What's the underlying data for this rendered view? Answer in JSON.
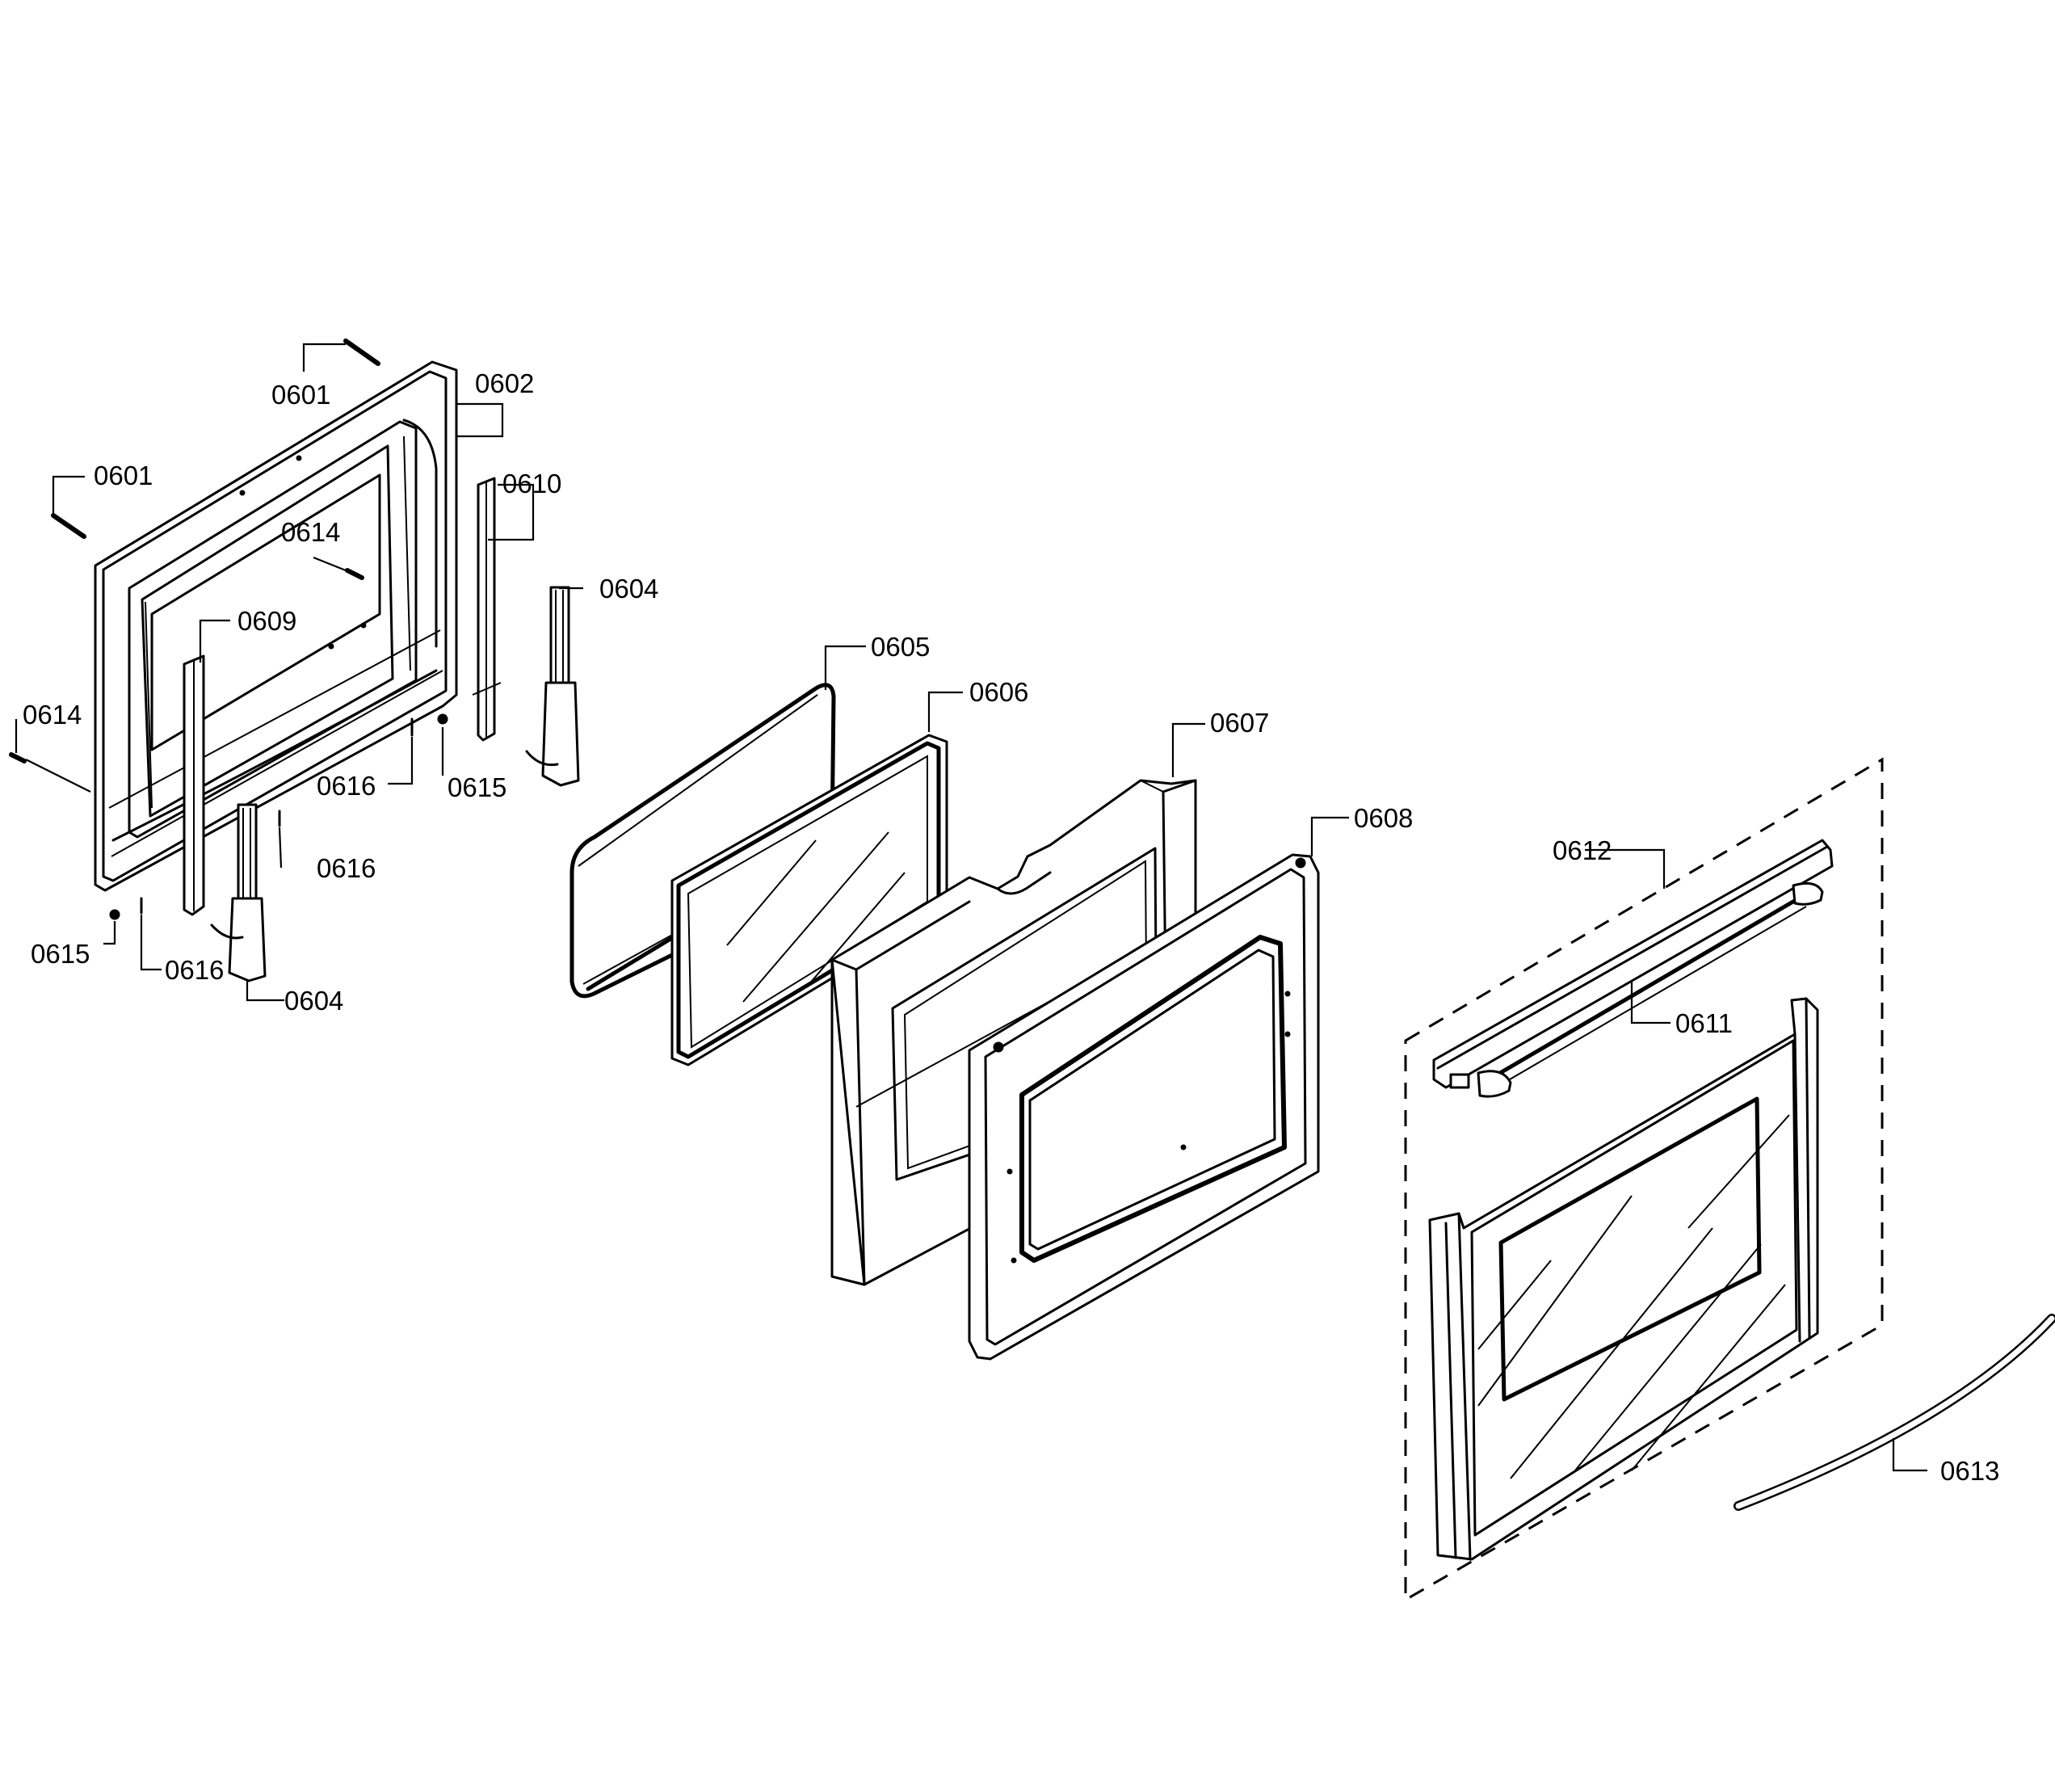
{
  "callouts": {
    "c0601a": "0601",
    "c0601b": "0601",
    "c0602": "0602",
    "c0610": "0610",
    "c0614a": "0614",
    "c0604a": "0604",
    "c0609": "0609",
    "c0614b": "0614",
    "c0616a": "0616",
    "c0615a": "0615",
    "c0616b": "0616",
    "c0615b": "0615",
    "c0616c": "0616",
    "c0604b": "0604",
    "c0605": "0605",
    "c0606": "0606",
    "c0607": "0607",
    "c0608": "0608",
    "c0612": "0612",
    "c0611": "0611",
    "c0613": "0613"
  }
}
